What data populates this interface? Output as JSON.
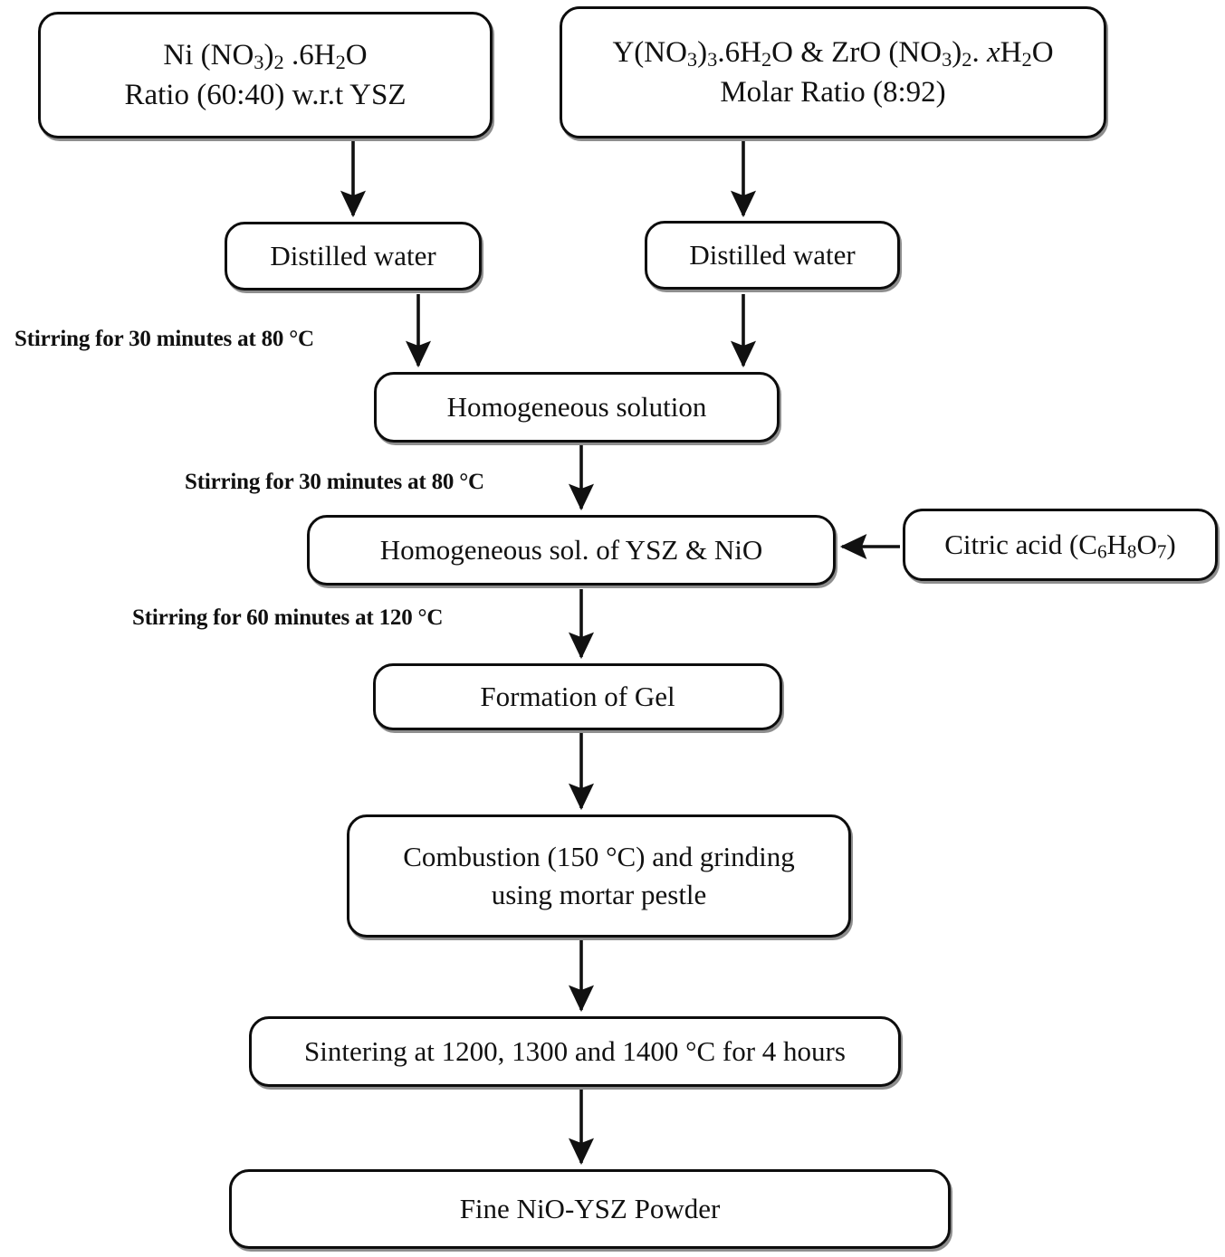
{
  "diagram": {
    "title": "NiO-YSZ powder synthesis flowchart",
    "type": "process-flowchart",
    "colors": {
      "background": "#ffffff",
      "box_border": "#0d0d0d",
      "box_fill": "#ffffff",
      "box_shadow": "#8e8e8e",
      "text": "#111111",
      "arrow": "#111111"
    },
    "nodes": {
      "nickel_precursor": {
        "line1_html": "Ni (NO<sub>3</sub>)<sub>2</sub> .6H<sub>2</sub>O",
        "line2_html": "Ratio (60:40) w.r.t YSZ",
        "line1_text": "Ni (NO3)2 .6H2O",
        "line2_text": "Ratio (60:40) w.r.t YSZ"
      },
      "ysz_precursor": {
        "line1_html": "Y(NO<sub>3</sub>)<sub>3</sub>.6H<sub>2</sub>O &amp; ZrO (NO<sub>3</sub>)<sub>2</sub>. <span class=\"ital\">x</span>H<sub>2</sub>O",
        "line2_html": "Molar Ratio (8:92)",
        "line1_text": "Y(NO3)3.6H2O & ZrO (NO3)2. xH2O",
        "line2_text": "Molar Ratio (8:92)"
      },
      "distilled_water_left": {
        "label": "Distilled water"
      },
      "distilled_water_right": {
        "label": "Distilled water"
      },
      "homogeneous_solution": {
        "label": "Homogeneous solution"
      },
      "homogeneous_sol_ysz_nio": {
        "label": "Homogeneous sol. of YSZ & NiO"
      },
      "citric_acid": {
        "label_html": "Citric acid (C<sub>6</sub>H<sub>8</sub>O<sub>7</sub>)",
        "label_text": "Citric acid (C6H8O7)"
      },
      "formation_of_gel": {
        "label": "Formation of Gel"
      },
      "combustion_grinding": {
        "line1": "Combustion (150 °C) and grinding",
        "line2": "using mortar pestle"
      },
      "sintering": {
        "label": "Sintering at 1200, 1300 and 1400 °C for 4 hours"
      },
      "final_product": {
        "label": "Fine NiO-YSZ Powder"
      }
    },
    "annotations": [
      {
        "id": "stirring-1",
        "text": "Stirring for 30 minutes at 80 °C"
      },
      {
        "id": "stirring-2",
        "text": "Stirring for 30 minutes at 80 °C"
      },
      {
        "id": "stirring-3",
        "text": "Stirring for 60 minutes at 120 °C"
      }
    ],
    "edges": [
      {
        "from": "nickel_precursor",
        "to": "distilled_water_left",
        "direction": "down"
      },
      {
        "from": "ysz_precursor",
        "to": "distilled_water_right",
        "direction": "down"
      },
      {
        "from": "distilled_water_left",
        "to": "homogeneous_solution",
        "direction": "down",
        "label": "Stirring for 30 minutes at 80 °C"
      },
      {
        "from": "distilled_water_right",
        "to": "homogeneous_solution",
        "direction": "down"
      },
      {
        "from": "homogeneous_solution",
        "to": "homogeneous_sol_ysz_nio",
        "direction": "down",
        "label": "Stirring for 30 minutes at 80 °C"
      },
      {
        "from": "citric_acid",
        "to": "homogeneous_sol_ysz_nio",
        "direction": "left"
      },
      {
        "from": "homogeneous_sol_ysz_nio",
        "to": "formation_of_gel",
        "direction": "down",
        "label": "Stirring for 60 minutes at 120 °C"
      },
      {
        "from": "formation_of_gel",
        "to": "combustion_grinding",
        "direction": "down"
      },
      {
        "from": "combustion_grinding",
        "to": "sintering",
        "direction": "down"
      },
      {
        "from": "sintering",
        "to": "final_product",
        "direction": "down"
      }
    ]
  }
}
